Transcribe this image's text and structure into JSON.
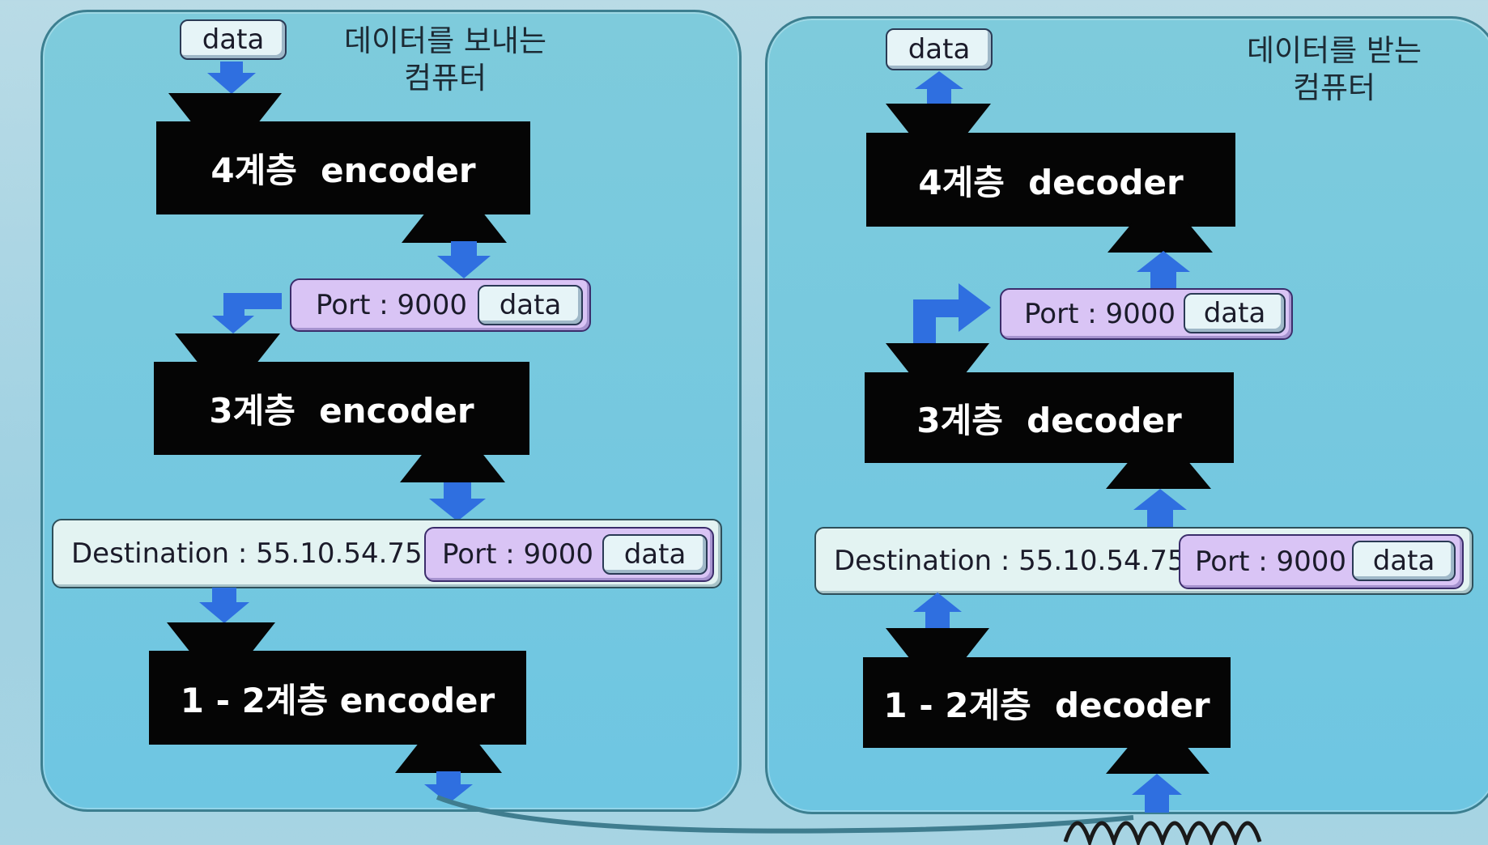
{
  "sender": {
    "heading": "데이터를 보내는\n컴퓨터",
    "data_label": "data",
    "layer4": "4계층  encoder",
    "layer3": "3계층  encoder",
    "layer12": "1 - 2계층 encoder",
    "port_text": "Port : 9000",
    "port_data": "data",
    "dest_text": "Destination : 55.10.54.75",
    "dest_port_text": "Port : 9000",
    "dest_data": "data"
  },
  "receiver": {
    "heading": "데이터를 받는\n컴퓨터",
    "data_label": "data",
    "layer4": "4계층  decoder",
    "layer3": "3계층  decoder",
    "layer12": "1 - 2계층  decoder",
    "port_text": "Port : 9000",
    "port_data": "data",
    "dest_text": "Destination : 55.10.54.75",
    "dest_port_text": "Port : 9000",
    "dest_data": "data"
  },
  "colors": {
    "panel": "#6ec6e2",
    "arrow": "#2f6fe0",
    "layer_box": "#050505",
    "port_pill": "#d9c4f5",
    "data_pill": "#e6f4f7"
  }
}
